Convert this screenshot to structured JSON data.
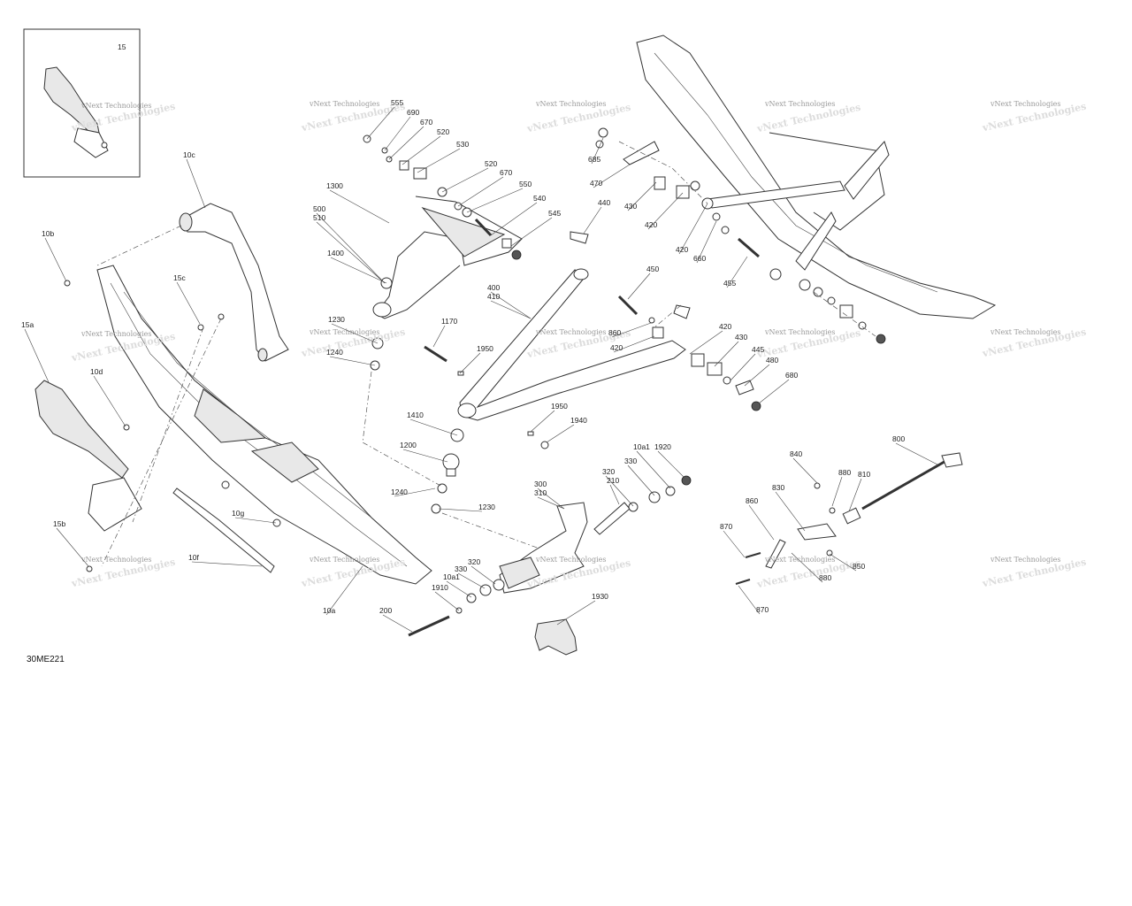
{
  "diagram": {
    "drawing_code": "30ME221",
    "inset_label": "15",
    "watermark": "vNext Technologies",
    "labels": [
      "555",
      "690",
      "670",
      "520",
      "530",
      "520",
      "670",
      "550",
      "540",
      "545",
      "1300",
      "500",
      "510",
      "1400",
      "1230",
      "1240",
      "1170",
      "1950",
      "400",
      "410",
      "1410",
      "1200",
      "1240",
      "1230",
      "685",
      "470",
      "430",
      "420",
      "420",
      "660",
      "440",
      "455",
      "450",
      "860",
      "420",
      "420",
      "430",
      "445",
      "480",
      "680",
      "1950",
      "1940",
      "300",
      "310",
      "210",
      "320",
      "330",
      "10a1",
      "1920",
      "320",
      "330",
      "10a1",
      "1910",
      "200",
      "1930",
      "800",
      "840",
      "880",
      "810",
      "830",
      "860",
      "870",
      "850",
      "880",
      "870",
      "10c",
      "10b",
      "15c",
      "15a",
      "10d",
      "15b",
      "10g",
      "10f",
      "10a"
    ]
  }
}
